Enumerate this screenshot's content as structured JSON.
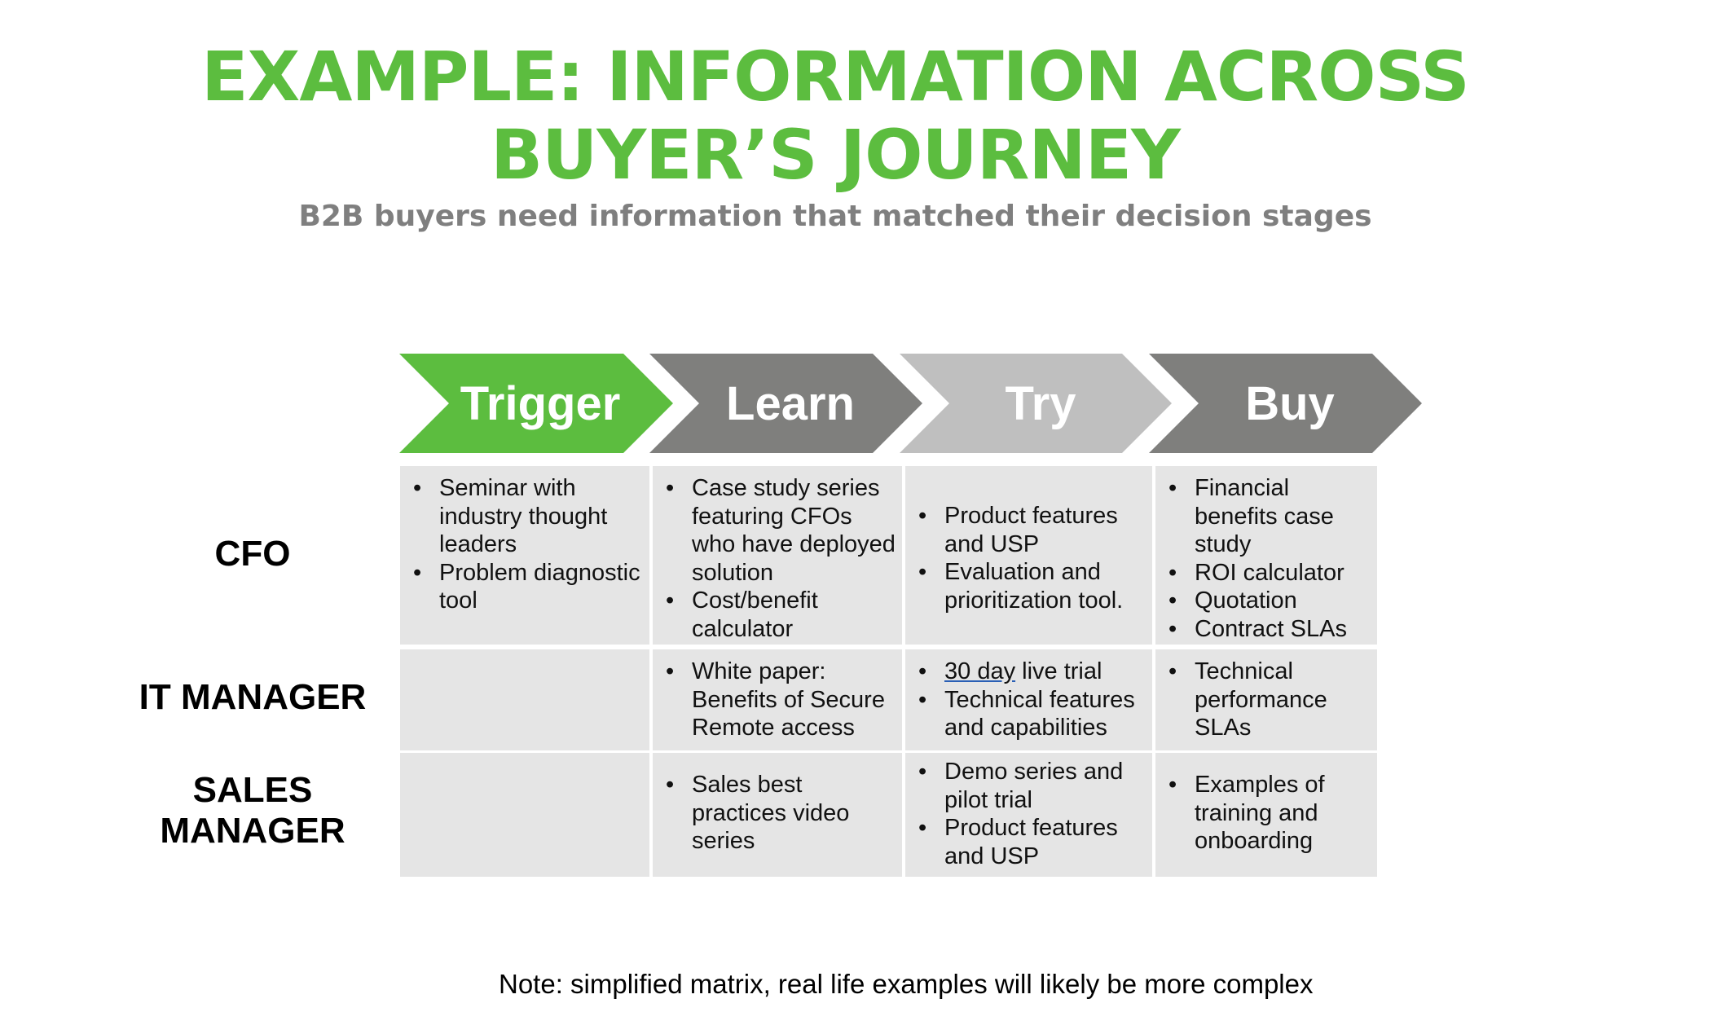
{
  "title_line1": "EXAMPLE: INFORMATION ACROSS",
  "title_line2": "BUYER’S JOURNEY",
  "subtitle": "B2B buyers need information that matched their decision stages",
  "colors": {
    "green": "#5cbd3f",
    "dark_gray": "#7f7f7d",
    "light_gray": "#bfbfbf",
    "cell": "#e5e5e5"
  },
  "stages": [
    "Trigger",
    "Learn",
    "Try",
    "Buy"
  ],
  "rows": [
    {
      "label": "CFO",
      "cells": [
        [
          "Seminar with industry thought leaders",
          "Problem diagnostic tool"
        ],
        [
          "Case study series featuring CFOs who have deployed solution",
          "Cost/benefit calculator"
        ],
        [
          "Product features and USP",
          "Evaluation and prioritization tool."
        ],
        [
          "Financial benefits case study",
          "ROI calculator",
          "Quotation",
          "Contract SLAs"
        ]
      ]
    },
    {
      "label": "IT MANAGER",
      "cells": [
        [],
        [
          "White paper: Benefits of Secure Remote access"
        ],
        [
          "30 day live trial",
          "Technical features and capabilities"
        ],
        [
          "Technical performance SLAs"
        ]
      ]
    },
    {
      "label_line1": "SALES",
      "label_line2": "MANAGER",
      "cells": [
        [],
        [
          "Sales best practices video series"
        ],
        [
          "Demo series and pilot trial",
          "Product features and USP"
        ],
        [
          "Examples of training and onboarding"
        ]
      ]
    }
  ],
  "underlined_phrase": "30 day",
  "trial_rest": " live trial",
  "note": "Note: simplified matrix, real life examples will likely be more complex"
}
